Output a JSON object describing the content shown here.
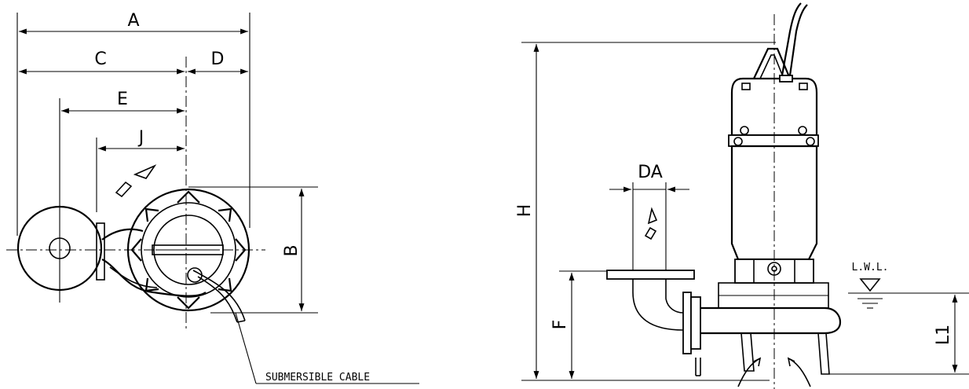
{
  "plan_view": {
    "dimensions": {
      "A": "A",
      "C": "C",
      "D": "D",
      "E": "E",
      "J": "J",
      "B": "B"
    },
    "callout": "SUBMERSIBLE CABLE"
  },
  "elevation_view": {
    "dimensions": {
      "H": "H",
      "F": "F",
      "DA": "DA",
      "L1": "L1"
    },
    "water_level": "L.W.L."
  }
}
